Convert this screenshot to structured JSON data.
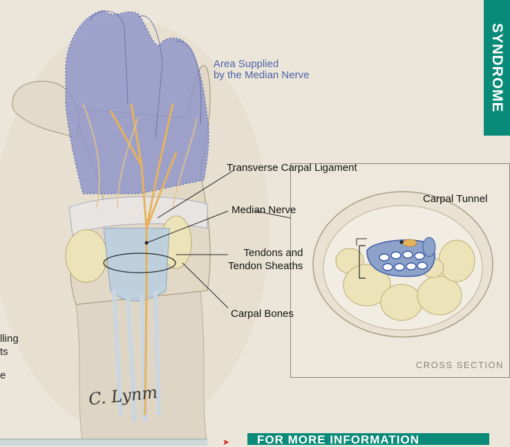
{
  "side_tab": {
    "text": "SYNDROME"
  },
  "labels": {
    "area_supplied": "Area Supplied\nby the Median Nerve",
    "transverse_carpal_ligament": "Transverse Carpal Ligament",
    "carpal_tunnel": "Carpal Tunnel",
    "median_nerve": "Median Nerve",
    "tendons": "Tendons and\nTendon Sheaths",
    "carpal_bones": "Carpal Bones"
  },
  "cross_section": {
    "caption": "CROSS SECTION"
  },
  "left_text_fragments": [
    "lling",
    "ts",
    "e"
  ],
  "signature": "C. Lynm",
  "footer": {
    "more_info": "FOR MORE INFORMATION"
  },
  "colors": {
    "accent": "#0a8a78",
    "nerve_area": "#8d93c9",
    "bone": "#ece4b8",
    "nerve": "#e6b25c",
    "label_blue": "#4d62a8"
  }
}
